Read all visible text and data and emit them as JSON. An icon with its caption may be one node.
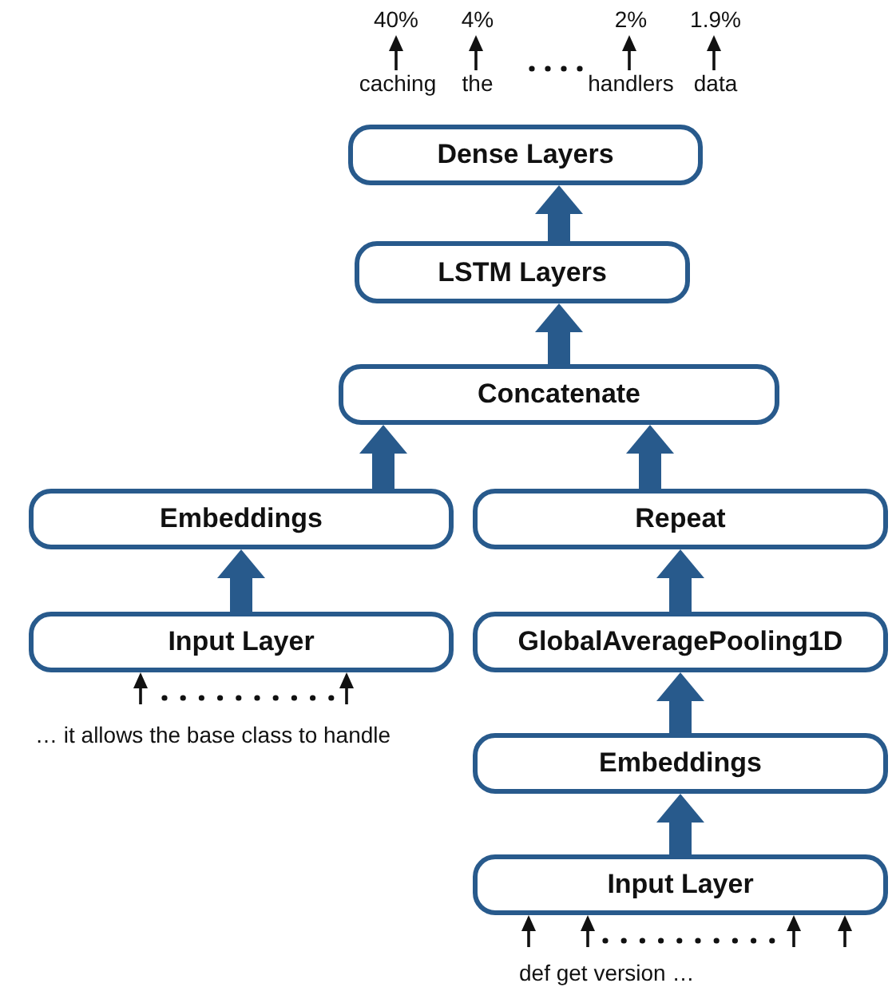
{
  "diagram": {
    "nodes": [
      {
        "text": [
          "Dense Layers"
        ]
      },
      {
        "text": [
          "LSTM Layers"
        ]
      },
      {
        "text": [
          "Concatenate"
        ]
      },
      {
        "text": [
          "Embeddings"
        ]
      },
      {
        "text": [
          "Input Layer"
        ]
      },
      {
        "text": [
          "Repeat"
        ]
      },
      {
        "text": [
          "GlobalAveragePooling1D"
        ]
      },
      {
        "text": [
          "Embeddings"
        ]
      },
      {
        "text": [
          "Input Layer"
        ]
      },
      {
        "text": [
          "40%"
        ]
      },
      {
        "text": [
          "4%"
        ]
      },
      {
        "text": [
          "2%"
        ]
      },
      {
        "text": [
          "1.9%"
        ]
      },
      {
        "text": [
          "caching"
        ]
      },
      {
        "text": [
          "the"
        ]
      },
      {
        "text": [
          "handlers"
        ]
      },
      {
        "text": [
          "data"
        ]
      }
    ],
    "edges": [
      {
        "from": 4,
        "to": 3,
        "arrow": "to",
        "style": "thick",
        "color": "#285a8c"
      },
      {
        "from": 3,
        "to": 2,
        "arrow": "to",
        "style": "thick",
        "color": "#285a8c"
      },
      {
        "from": 8,
        "to": 7,
        "arrow": "to",
        "style": "thick",
        "color": "#285a8c"
      },
      {
        "from": 7,
        "to": 6,
        "arrow": "to",
        "style": "thick",
        "color": "#285a8c"
      },
      {
        "from": 6,
        "to": 5,
        "arrow": "to",
        "style": "thick",
        "color": "#285a8c"
      },
      {
        "from": 5,
        "to": 2,
        "arrow": "to",
        "style": "thick",
        "color": "#285a8c"
      },
      {
        "from": 2,
        "to": 1,
        "arrow": "to",
        "style": "thick",
        "color": "#285a8c"
      },
      {
        "from": 1,
        "to": 0,
        "arrow": "to",
        "style": "thick",
        "color": "#285a8c"
      },
      {
        "from": 13,
        "to": 9,
        "arrow": "to"
      },
      {
        "from": 14,
        "to": 10,
        "arrow": "to"
      },
      {
        "from": 15,
        "to": 11,
        "arrow": "to"
      },
      {
        "from": 16,
        "to": 12,
        "arrow": "to"
      },
      {
        "from": null,
        "to": 4,
        "arrow": "to"
      },
      {
        "from": null,
        "to": 4,
        "arrow": "to"
      },
      {
        "from": null,
        "to": 8,
        "arrow": "to"
      },
      {
        "from": null,
        "to": 8,
        "arrow": "to"
      },
      {
        "from": null,
        "to": 8,
        "arrow": "to"
      },
      {
        "from": null,
        "to": 8,
        "arrow": "to"
      }
    ],
    "labels": [
      "… it allows the base class to handle",
      "def get version …"
    ]
  }
}
